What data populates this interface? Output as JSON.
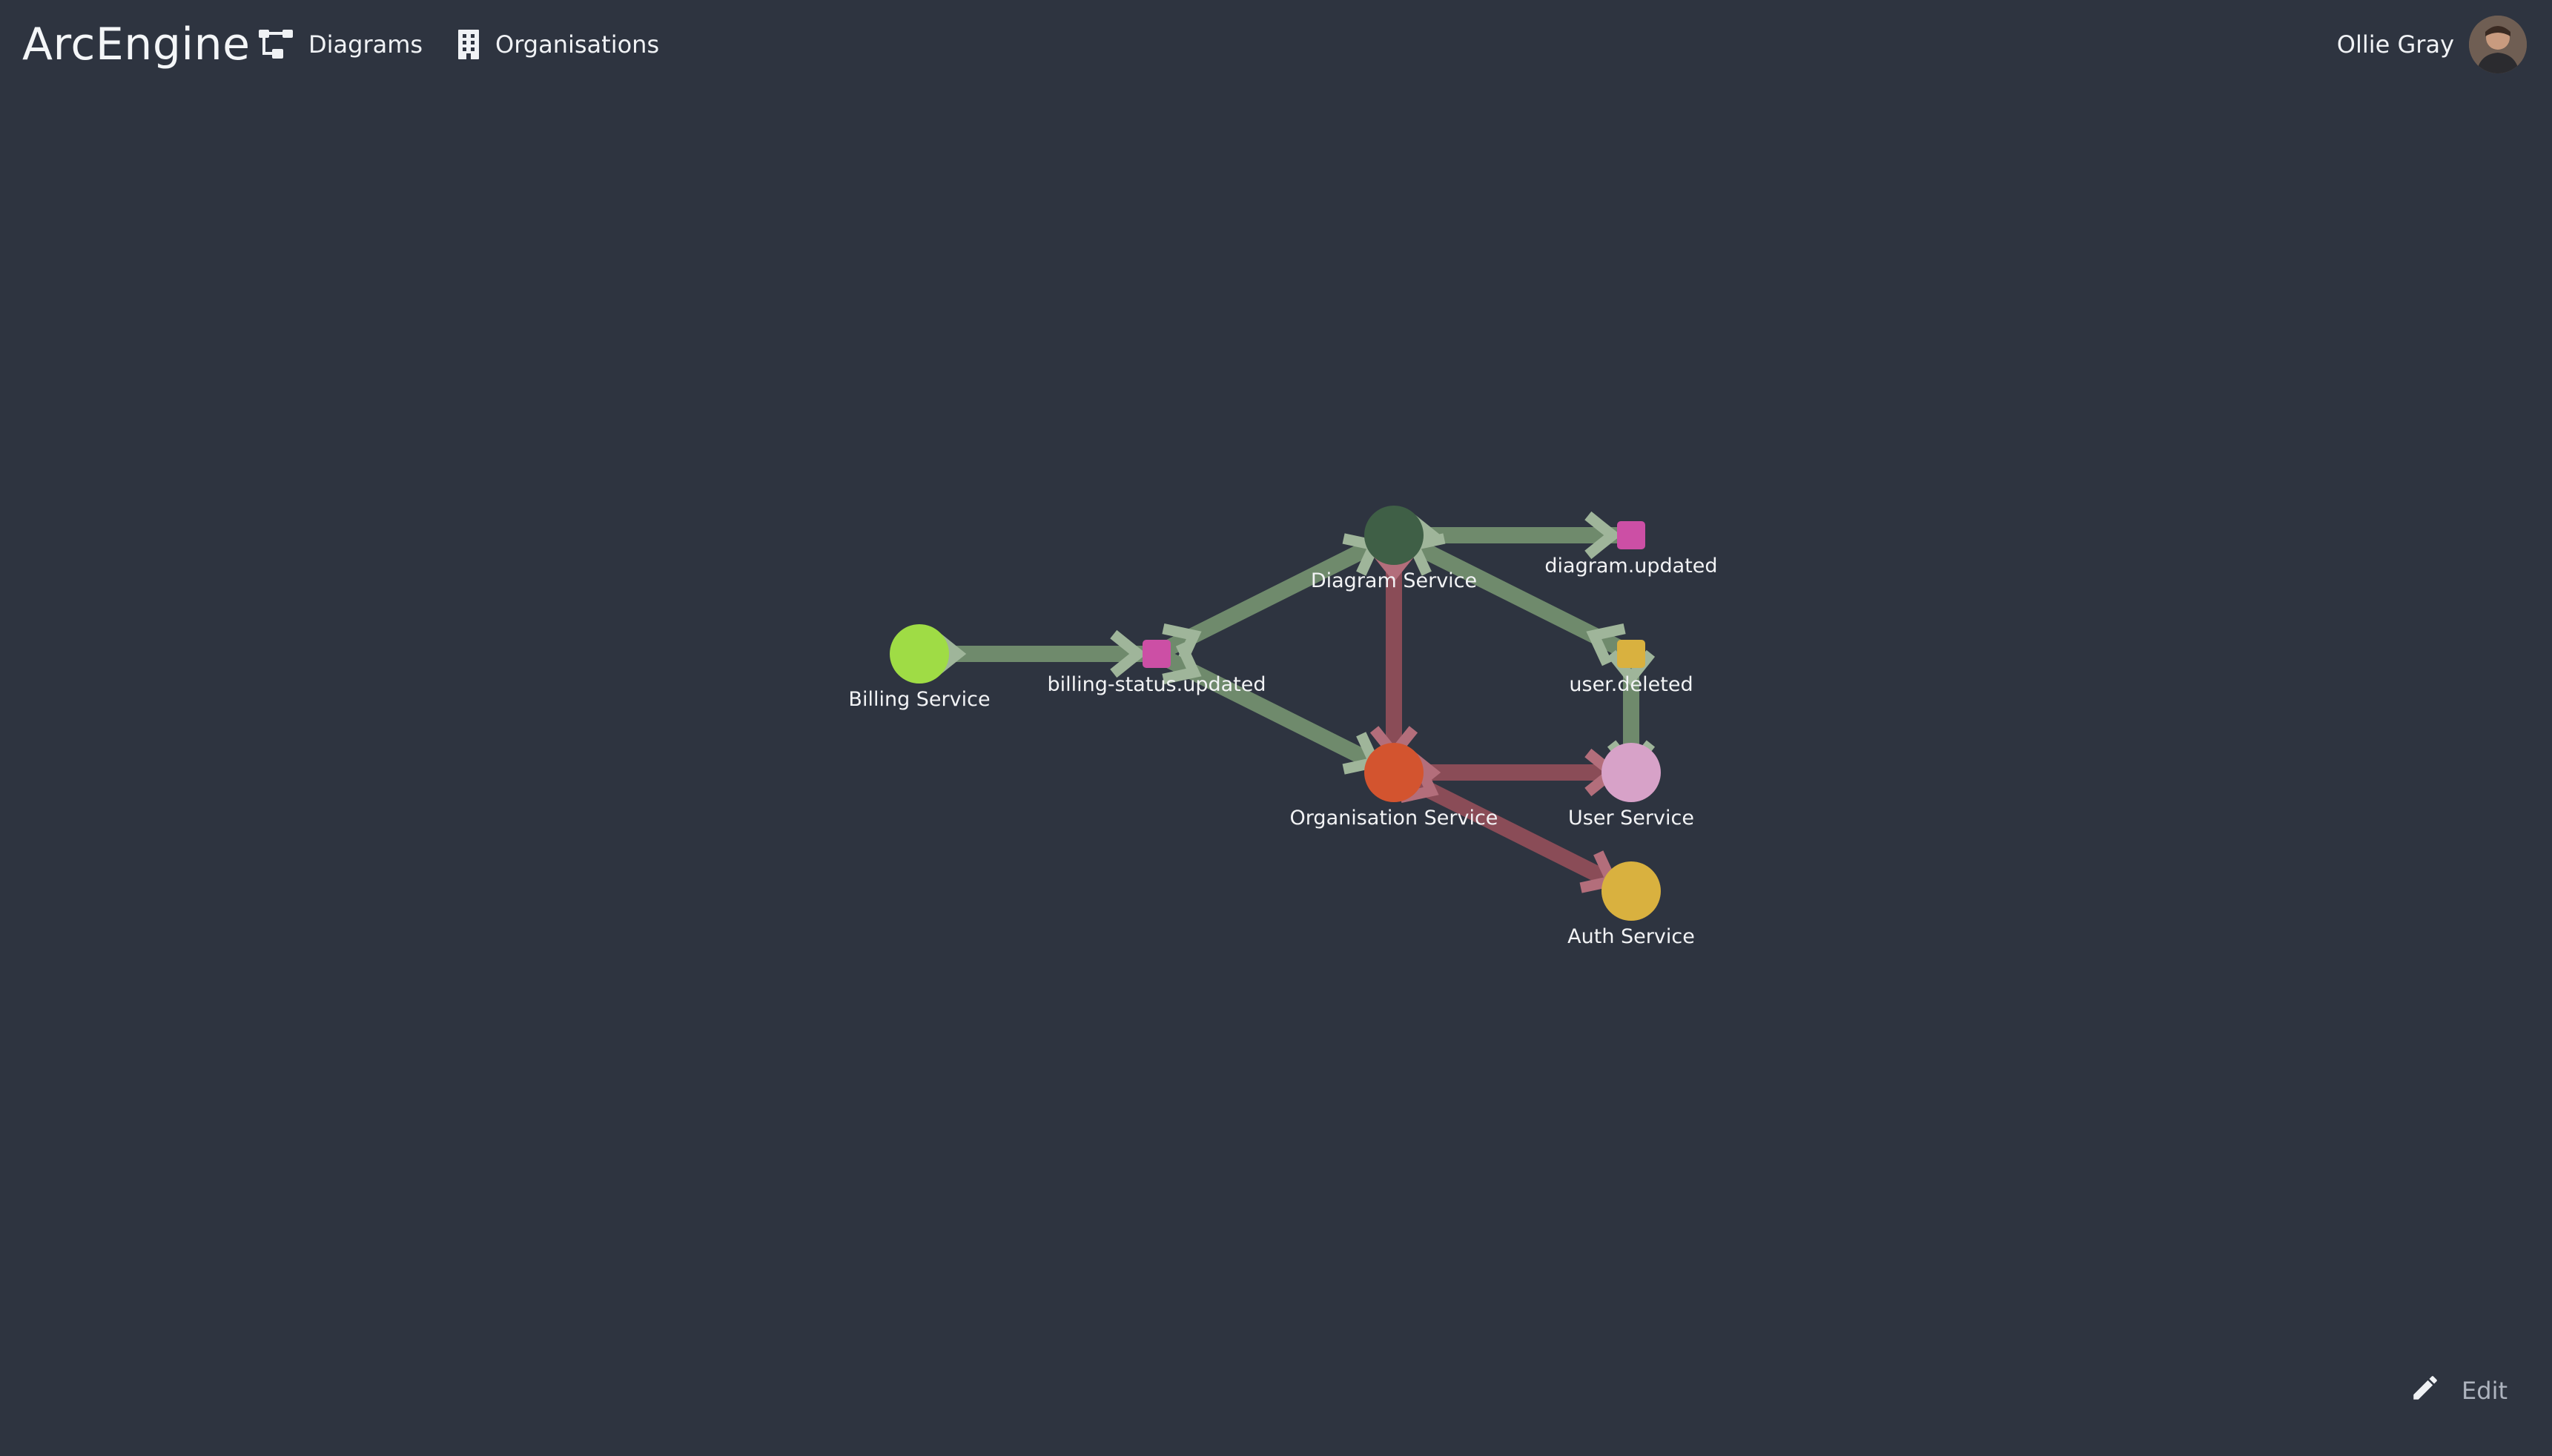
{
  "app": {
    "brand": "ArcEngine"
  },
  "nav": {
    "diagrams_label": "Diagrams",
    "organisations_label": "Organisations",
    "diagrams_icon": "diagram-tree-icon",
    "organisations_icon": "building-icon"
  },
  "user": {
    "name": "Ollie Gray",
    "avatar_icon": "user-avatar"
  },
  "edit": {
    "label": "Edit",
    "icon": "pencil-icon"
  },
  "colors": {
    "background": "#2e3440",
    "edge_green": "#6f8a6c",
    "edge_red": "#8a4c57",
    "text": "#f2f3f5",
    "muted": "#aeb4bf"
  },
  "diagram": {
    "nodes": [
      {
        "id": "billing-service",
        "label": "Billing Service",
        "kind": "service",
        "color": "#9fdc45"
      },
      {
        "id": "billing-status-updated",
        "label": "billing-status.updated",
        "kind": "event",
        "color": "#cc4fa5"
      },
      {
        "id": "diagram-service",
        "label": "Diagram Service",
        "kind": "service",
        "color": "#3f5f46"
      },
      {
        "id": "diagram-updated",
        "label": "diagram.updated",
        "kind": "event",
        "color": "#cc4fa5"
      },
      {
        "id": "user-deleted",
        "label": "user.deleted",
        "kind": "event",
        "color": "#d9b13f"
      },
      {
        "id": "organisation-service",
        "label": "Organisation Service",
        "kind": "service",
        "color": "#d3542f"
      },
      {
        "id": "user-service",
        "label": "User Service",
        "kind": "service",
        "color": "#d7a2c8"
      },
      {
        "id": "auth-service",
        "label": "Auth Service",
        "kind": "service",
        "color": "#d9b13f"
      }
    ],
    "edges": [
      {
        "from": "billing-service",
        "to": "billing-status-updated",
        "type": "publishes"
      },
      {
        "from": "billing-status-updated",
        "to": "diagram-service",
        "type": "publishes"
      },
      {
        "from": "billing-status-updated",
        "to": "organisation-service",
        "type": "publishes"
      },
      {
        "from": "diagram-service",
        "to": "diagram-updated",
        "type": "publishes"
      },
      {
        "from": "user-deleted",
        "to": "diagram-service",
        "type": "publishes"
      },
      {
        "from": "user-deleted",
        "to": "user-service",
        "type": "publishes"
      },
      {
        "from": "diagram-service",
        "to": "organisation-service",
        "type": "calls"
      },
      {
        "from": "organisation-service",
        "to": "user-service",
        "type": "calls"
      },
      {
        "from": "organisation-service",
        "to": "auth-service",
        "type": "calls"
      }
    ]
  }
}
